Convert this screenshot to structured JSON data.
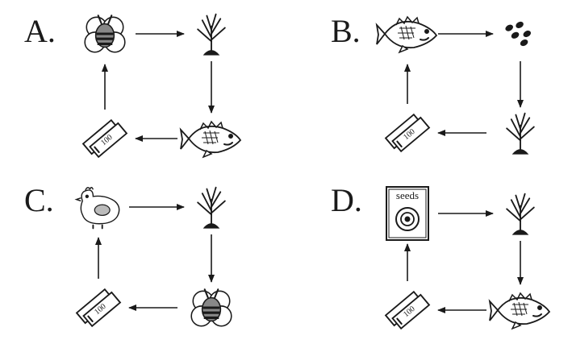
{
  "options": [
    {
      "label": "A.",
      "cycle": [
        "bee-flower",
        "plant",
        "fish",
        "money"
      ]
    },
    {
      "label": "B.",
      "cycle": [
        "fish",
        "seeds",
        "plant",
        "money"
      ]
    },
    {
      "label": "C.",
      "cycle": [
        "chicken",
        "plant",
        "bee-flower",
        "money"
      ]
    },
    {
      "label": "D.",
      "cycle": [
        "seed-packet",
        "plant",
        "fish",
        "money"
      ]
    }
  ],
  "seed_packet_text": "seeds",
  "money_text": "100",
  "colors": {
    "ink": "#1a1a1a",
    "background": "#ffffff"
  }
}
